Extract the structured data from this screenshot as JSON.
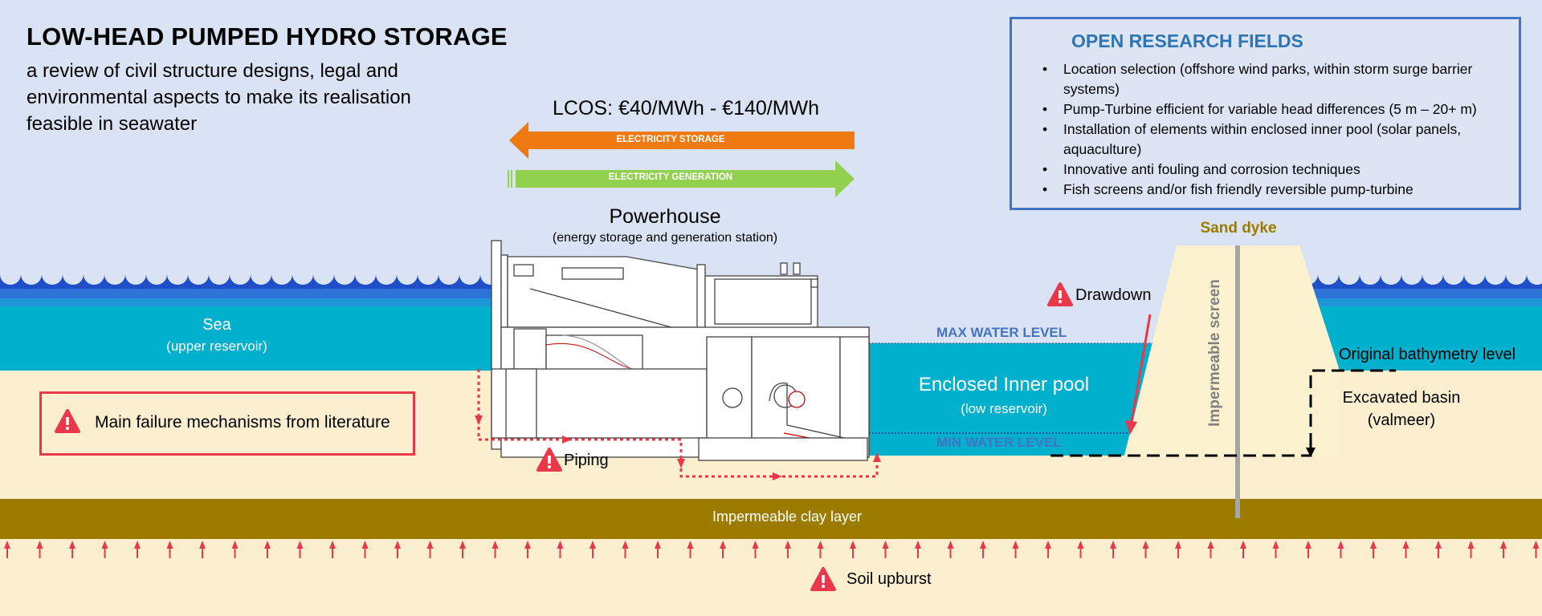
{
  "title": "LOW-HEAD PUMPED HYDRO STORAGE",
  "subtitle": "a review of civil structure designs, legal and environmental aspects to make its realisation feasible in seawater",
  "lcos": "LCOS: €40/MWh - €140/MWh",
  "arrows": {
    "storage": "ELECTRICITY STORAGE",
    "generation": "ELECTRICITY GENERATION"
  },
  "powerhouse": {
    "title": "Powerhouse",
    "subtitle": "(energy storage and generation station)"
  },
  "sea": {
    "label": "Sea",
    "sublabel": "(upper reservoir)"
  },
  "failure_box": {
    "label": "Main failure mechanisms from literature"
  },
  "labels": {
    "piping": "Piping",
    "drawdown": "Drawdown",
    "max_water_level": "MAX WATER LEVEL",
    "min_water_level": "MIN WATER LEVEL",
    "pool": "Enclosed Inner pool",
    "pool_sub": "(low reservoir)",
    "sand_dyke": "Sand dyke",
    "impermeable_screen": "Impermeable screen",
    "original_bathymetry": "Original bathymetry level",
    "excavated_basin": "Excavated basin (valmeer)",
    "clay_layer": "Impermeable clay layer",
    "soil_upburst": "Soil upburst"
  },
  "research": {
    "title": "OPEN RESEARCH FIELDS",
    "items": [
      "Location selection (offshore wind parks, within storm surge barrier systems)",
      "Pump-Turbine efficient for variable head differences (5 m – 20+ m)",
      "Installation of elements within enclosed inner pool (solar panels, aquaculture)",
      "Innovative anti fouling and corrosion techniques",
      "Fish screens and/or fish friendly reversible pump-turbine"
    ]
  },
  "colors": {
    "sky": "#dae3f3",
    "sea": "#00b0cc",
    "sea_wave_dark": "#1f4fc8",
    "sand": "#fbefd0",
    "dyke": "#fdf2cf",
    "clay": "#9c7b00",
    "warning": "#e8384a",
    "storage_arrow": "#f07a12",
    "generation_arrow": "#92d050",
    "accent_blue": "#4472c4",
    "screen_grey": "#a6a6a6"
  }
}
